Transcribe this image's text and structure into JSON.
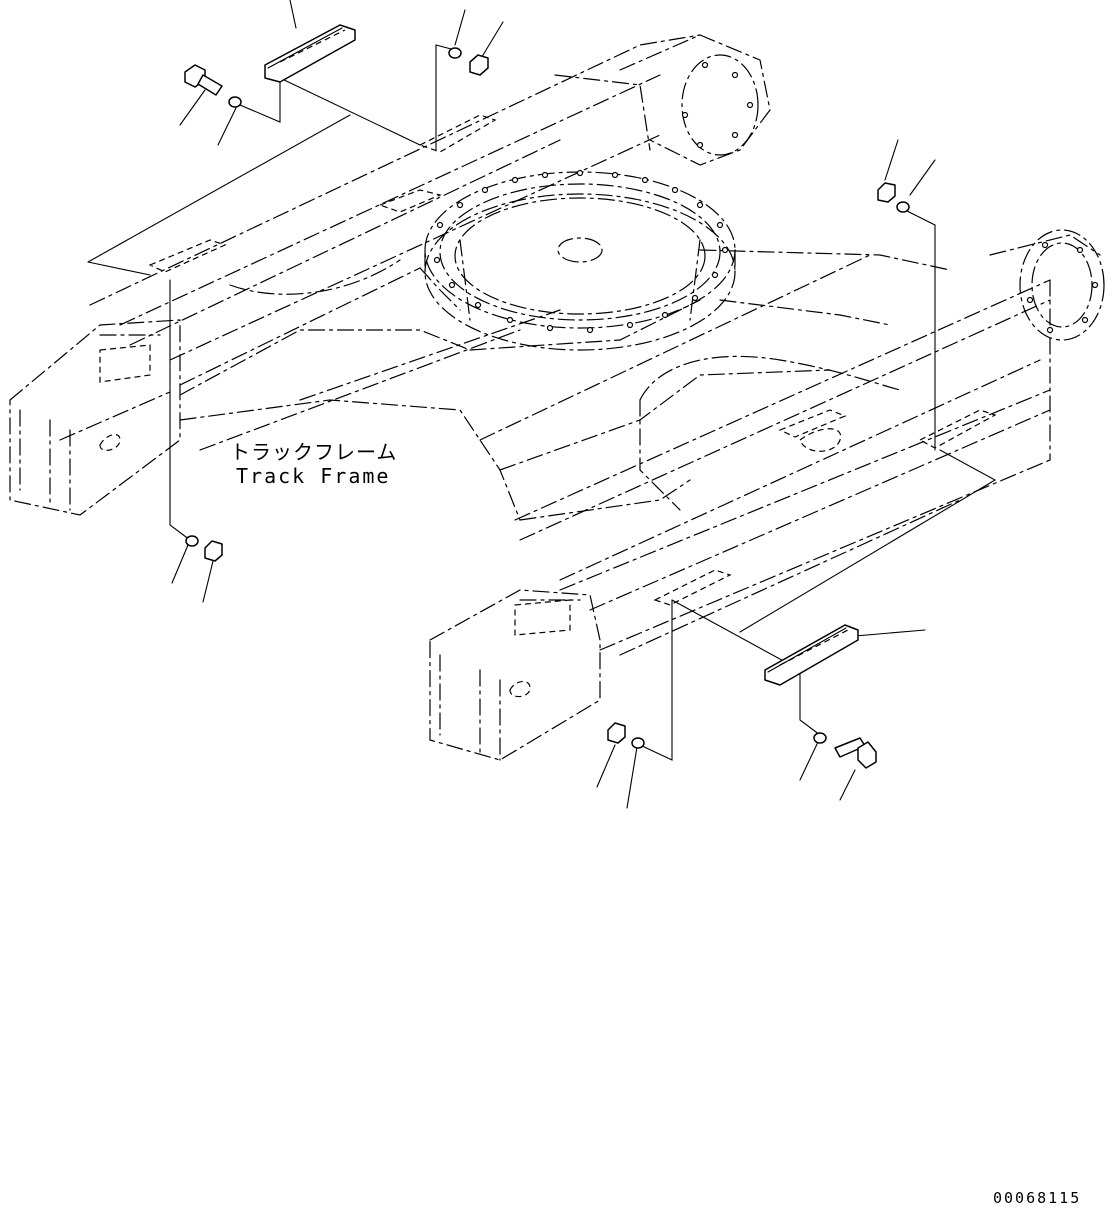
{
  "diagram": {
    "label_jp": "トラックフレーム",
    "label_en": "Track Frame",
    "drawing_id": "00068115"
  },
  "colors": {
    "line": "#000000",
    "background": "#ffffff"
  }
}
